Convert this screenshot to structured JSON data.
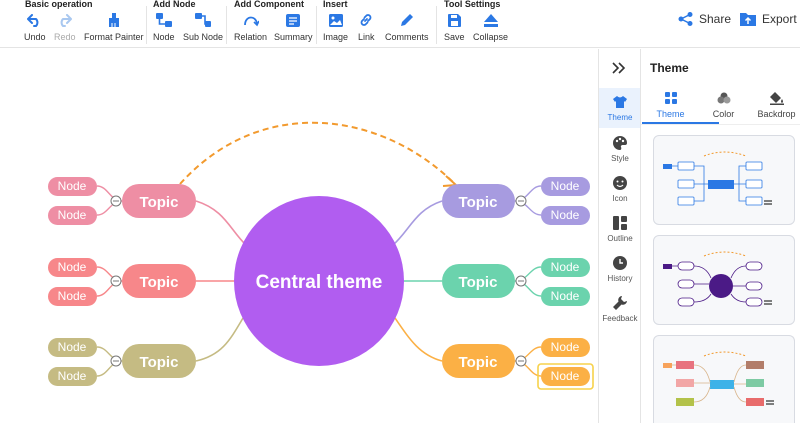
{
  "toolbar": {
    "groups": [
      {
        "title": "Basic operation",
        "tools": [
          {
            "label": "Undo",
            "icon": "undo-icon",
            "enabled": true
          },
          {
            "label": "Redo",
            "icon": "redo-icon",
            "enabled": false
          },
          {
            "label": "Format Painter",
            "icon": "format-painter-icon",
            "enabled": true
          }
        ]
      },
      {
        "title": "Add Node",
        "tools": [
          {
            "label": "Node",
            "icon": "node-icon",
            "enabled": true
          },
          {
            "label": "Sub Node",
            "icon": "sub-node-icon",
            "enabled": true
          }
        ]
      },
      {
        "title": "Add Component",
        "tools": [
          {
            "label": "Relation",
            "icon": "relation-icon",
            "enabled": true
          },
          {
            "label": "Summary",
            "icon": "summary-icon",
            "enabled": true
          }
        ]
      },
      {
        "title": "Insert",
        "tools": [
          {
            "label": "Image",
            "icon": "image-icon",
            "enabled": true
          },
          {
            "label": "Link",
            "icon": "link-icon",
            "enabled": true
          },
          {
            "label": "Comments",
            "icon": "comments-icon",
            "enabled": true
          }
        ]
      },
      {
        "title": "Tool Settings",
        "tools": [
          {
            "label": "Save",
            "icon": "save-icon",
            "enabled": true
          },
          {
            "label": "Collapse",
            "icon": "collapse-icon",
            "enabled": true
          }
        ]
      }
    ],
    "share_label": "Share",
    "export_label": "Export"
  },
  "mindmap": {
    "central": "Central theme",
    "topic_label": "Topic",
    "node_label": "Node",
    "colors": {
      "central": "#b15df0",
      "pink": "#ee8ea4",
      "salmon": "#f7878a",
      "olive": "#c5bb83",
      "purple": "#a79be0",
      "teal": "#6bd3ad",
      "orange": "#fbb045",
      "relation": "#f29a2e",
      "selected_border": "#f7d24b"
    }
  },
  "side_strip": {
    "items": [
      {
        "label": "Theme",
        "icon": "shirt-icon",
        "active": true
      },
      {
        "label": "Style",
        "icon": "palette-icon",
        "active": false
      },
      {
        "label": "Icon",
        "icon": "smiley-icon",
        "active": false
      },
      {
        "label": "Outline",
        "icon": "outline-icon",
        "active": false
      },
      {
        "label": "History",
        "icon": "clock-icon",
        "active": false
      },
      {
        "label": "Feedback",
        "icon": "wrench-icon",
        "active": false
      }
    ],
    "collapse_icon": "double-chevron-right-icon"
  },
  "panel": {
    "title": "Theme",
    "tabs": [
      {
        "label": "Theme",
        "icon": "grid-icon",
        "active": true
      },
      {
        "label": "Color",
        "icon": "color-icon",
        "active": false
      },
      {
        "label": "Backdrop",
        "icon": "backdrop-icon",
        "active": false
      }
    ]
  }
}
